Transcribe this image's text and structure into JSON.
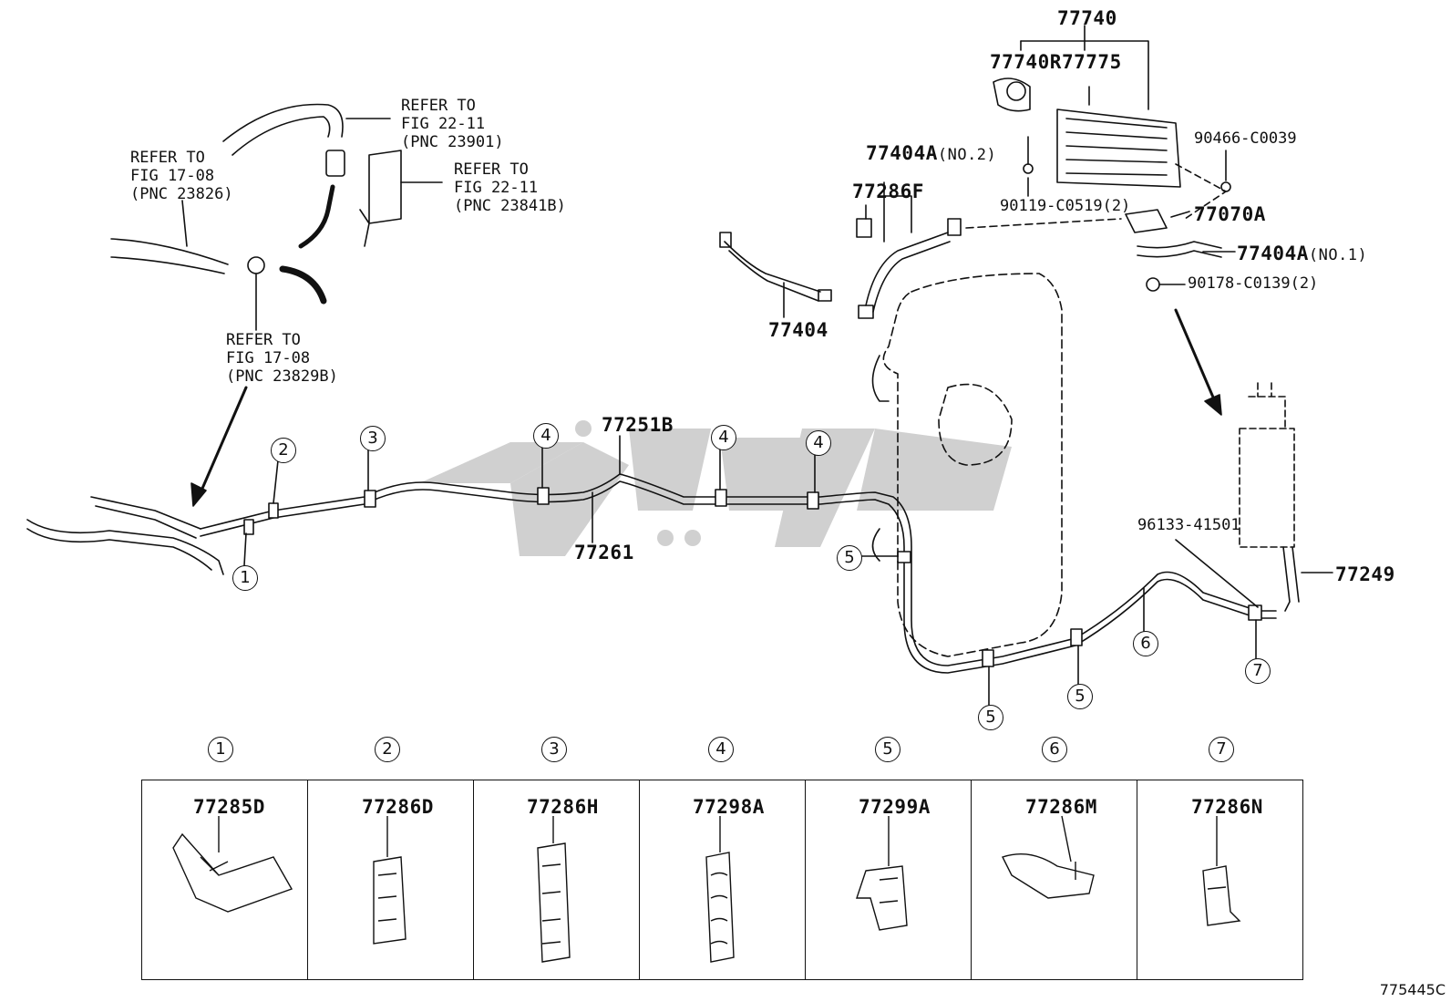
{
  "refs": {
    "fig_22_11_a": "REFER TO\nFIG 22-11\n(PNC 23901)",
    "fig_17_08_a": "REFER TO\nFIG 17-08\n(PNC 23826)",
    "fig_22_11_b": "REFER TO\nFIG 22-11\n(PNC 23841B)",
    "fig_17_08_b": "REFER TO\nFIG 17-08\n(PNC 23829B)"
  },
  "parts": {
    "p77740": "77740",
    "p77740R": "77740R",
    "p77775": "77775",
    "p90466": "90466-C0039",
    "p77404A2": "77404A",
    "p77404A2_note": "(NO.2)",
    "p77286F": "77286F",
    "p90119": "90119-C0519(2)",
    "p77070A": "77070A",
    "p77404A1": "77404A",
    "p77404A1_note": "(NO.1)",
    "p90178": "90178-C0139(2)",
    "p77404": "77404",
    "p77251B": "77251B",
    "p77261": "77261",
    "p96133": "96133-41501",
    "p77249": "77249"
  },
  "callouts": {
    "c1": "1",
    "c2": "2",
    "c3": "3",
    "c4a": "4",
    "c4b": "4",
    "c4c": "4",
    "c5a": "5",
    "c5b": "5",
    "c5c": "5",
    "c6": "6",
    "c7": "7"
  },
  "clips": [
    {
      "num": "1",
      "part": "77285D"
    },
    {
      "num": "2",
      "part": "77286D"
    },
    {
      "num": "3",
      "part": "77286H"
    },
    {
      "num": "4",
      "part": "77298A"
    },
    {
      "num": "5",
      "part": "77299A"
    },
    {
      "num": "6",
      "part": "77286M"
    },
    {
      "num": "7",
      "part": "77286N"
    }
  ],
  "diagram_code": "775445C",
  "colors": {
    "line": "#111111",
    "watermark": "#c8c8c8"
  }
}
